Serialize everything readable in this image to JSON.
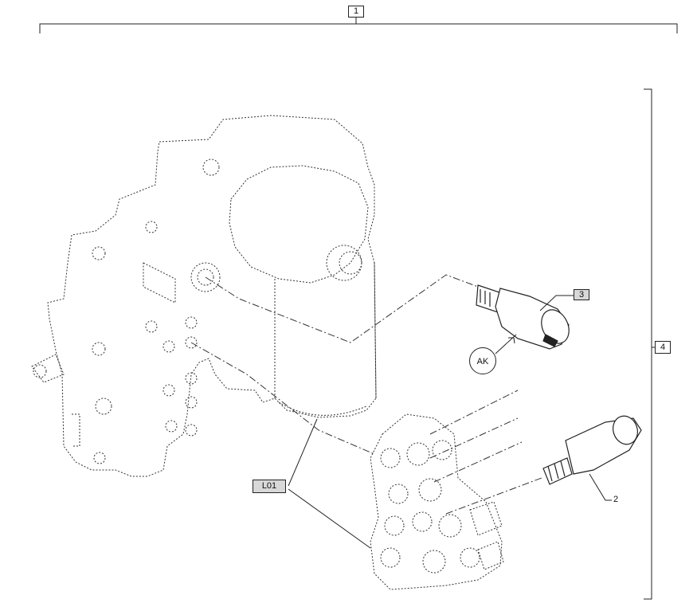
{
  "callouts": {
    "assembly": "1",
    "solenoid_a": "3",
    "right_bracket": "4",
    "solenoid_b": "2",
    "valve_block": "L01",
    "circle": "AK"
  },
  "colors": {
    "line": "#222222",
    "shaded_box": "#d8d8d8"
  }
}
